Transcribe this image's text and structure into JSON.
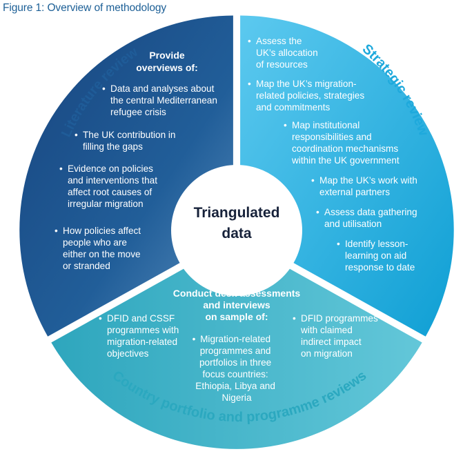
{
  "figure_title": "Figure 1: Overview of methodology",
  "center": {
    "line1": "Triangulated",
    "line2": "data"
  },
  "colors": {
    "literature": "#1f5c98",
    "strategic": "#1fb0e0",
    "country": "#36b3c8",
    "title_text": "#1c5f96",
    "center_text": "#17223a"
  },
  "segments": {
    "literature": {
      "label": "Literature review",
      "heading": [
        "Provide",
        "overviews of:"
      ],
      "bullets": [
        [
          "Data and analyses about",
          "the central Mediterranean",
          "refugee crisis"
        ],
        [
          "The UK contribution in",
          "filling the gaps"
        ],
        [
          "Evidence on policies",
          "and interventions that",
          "affect root causes of",
          "irregular migration"
        ],
        [
          "How policies affect",
          "people who are",
          "either on the move",
          "or stranded"
        ]
      ]
    },
    "strategic": {
      "label": "Strategic review",
      "bullets": [
        [
          "Assess the",
          "UK’s allocation",
          "of resources"
        ],
        [
          "Map the UK’s migration-",
          "related policies, strategies",
          "and commitments"
        ],
        [
          "Map institutional",
          "responsibilities and",
          "coordination mechanisms",
          "within the UK government"
        ],
        [
          "Map the UK’s work with",
          "external partners"
        ],
        [
          "Assess data gathering",
          "and utilisation"
        ],
        [
          "Identify lesson-",
          "learning on aid",
          "response to date"
        ]
      ]
    },
    "country": {
      "label": "Country portfolio and programme reviews",
      "heading": [
        "Conduct desk assessments",
        "and interviews",
        "on sample of:"
      ],
      "bullets": [
        [
          "DFID and CSSF",
          "programmes with",
          "migration-related",
          "objectives"
        ],
        [
          "Migration-related",
          "programmes and",
          "portfolios in three",
          "focus countries:",
          "Ethiopia, Libya and",
          "Nigeria"
        ],
        [
          "DFID programmes",
          "with claimed",
          "indirect impact",
          "on migration"
        ]
      ]
    }
  }
}
